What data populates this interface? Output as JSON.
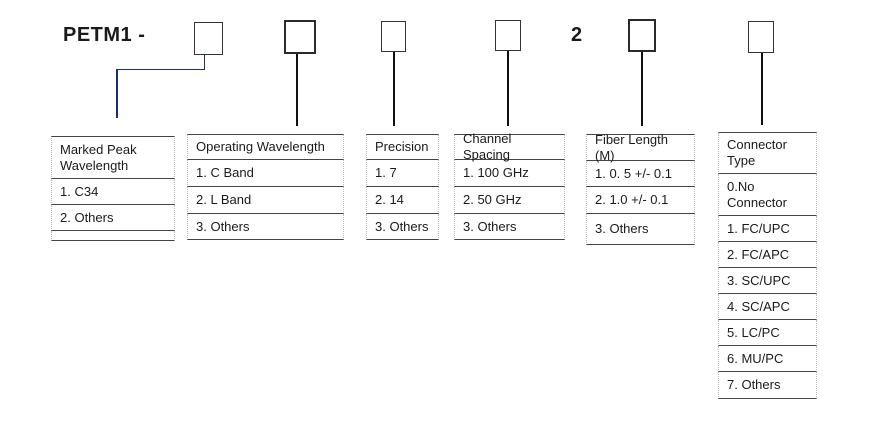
{
  "code": {
    "prefix": "PETM1  -",
    "fixed_digit": "2"
  },
  "tables": [
    {
      "header": [
        "Marked  Peak",
        "Wavelength"
      ],
      "items": [
        "1. C34",
        "2. Others",
        ""
      ]
    },
    {
      "header": [
        "Operating Wavelength"
      ],
      "items": [
        "1. C  Band",
        "2. L  Band",
        "3. Others"
      ]
    },
    {
      "header": [
        "Precision"
      ],
      "items": [
        "1. 7",
        "2.  14",
        "3.  Others"
      ]
    },
    {
      "header": [
        "Channel Spacing"
      ],
      "items": [
        "1.  100 GHz",
        "2.  50 GHz",
        "3.  Others"
      ]
    },
    {
      "header": [
        "Fiber Length (M)"
      ],
      "items": [
        "1. 0. 5  +/- 0.1",
        "2.  1.0  +/- 0.1",
        "3. Others"
      ]
    },
    {
      "header": [
        "Connector",
        "Type"
      ],
      "items": [
        "0.No\nConnector",
        "1.  FC/UPC",
        "2.  FC/APC",
        "3.  SC/UPC",
        "4.  SC/APC",
        "5.  LC/PC",
        "6.  MU/PC",
        "7.  Others"
      ]
    }
  ]
}
